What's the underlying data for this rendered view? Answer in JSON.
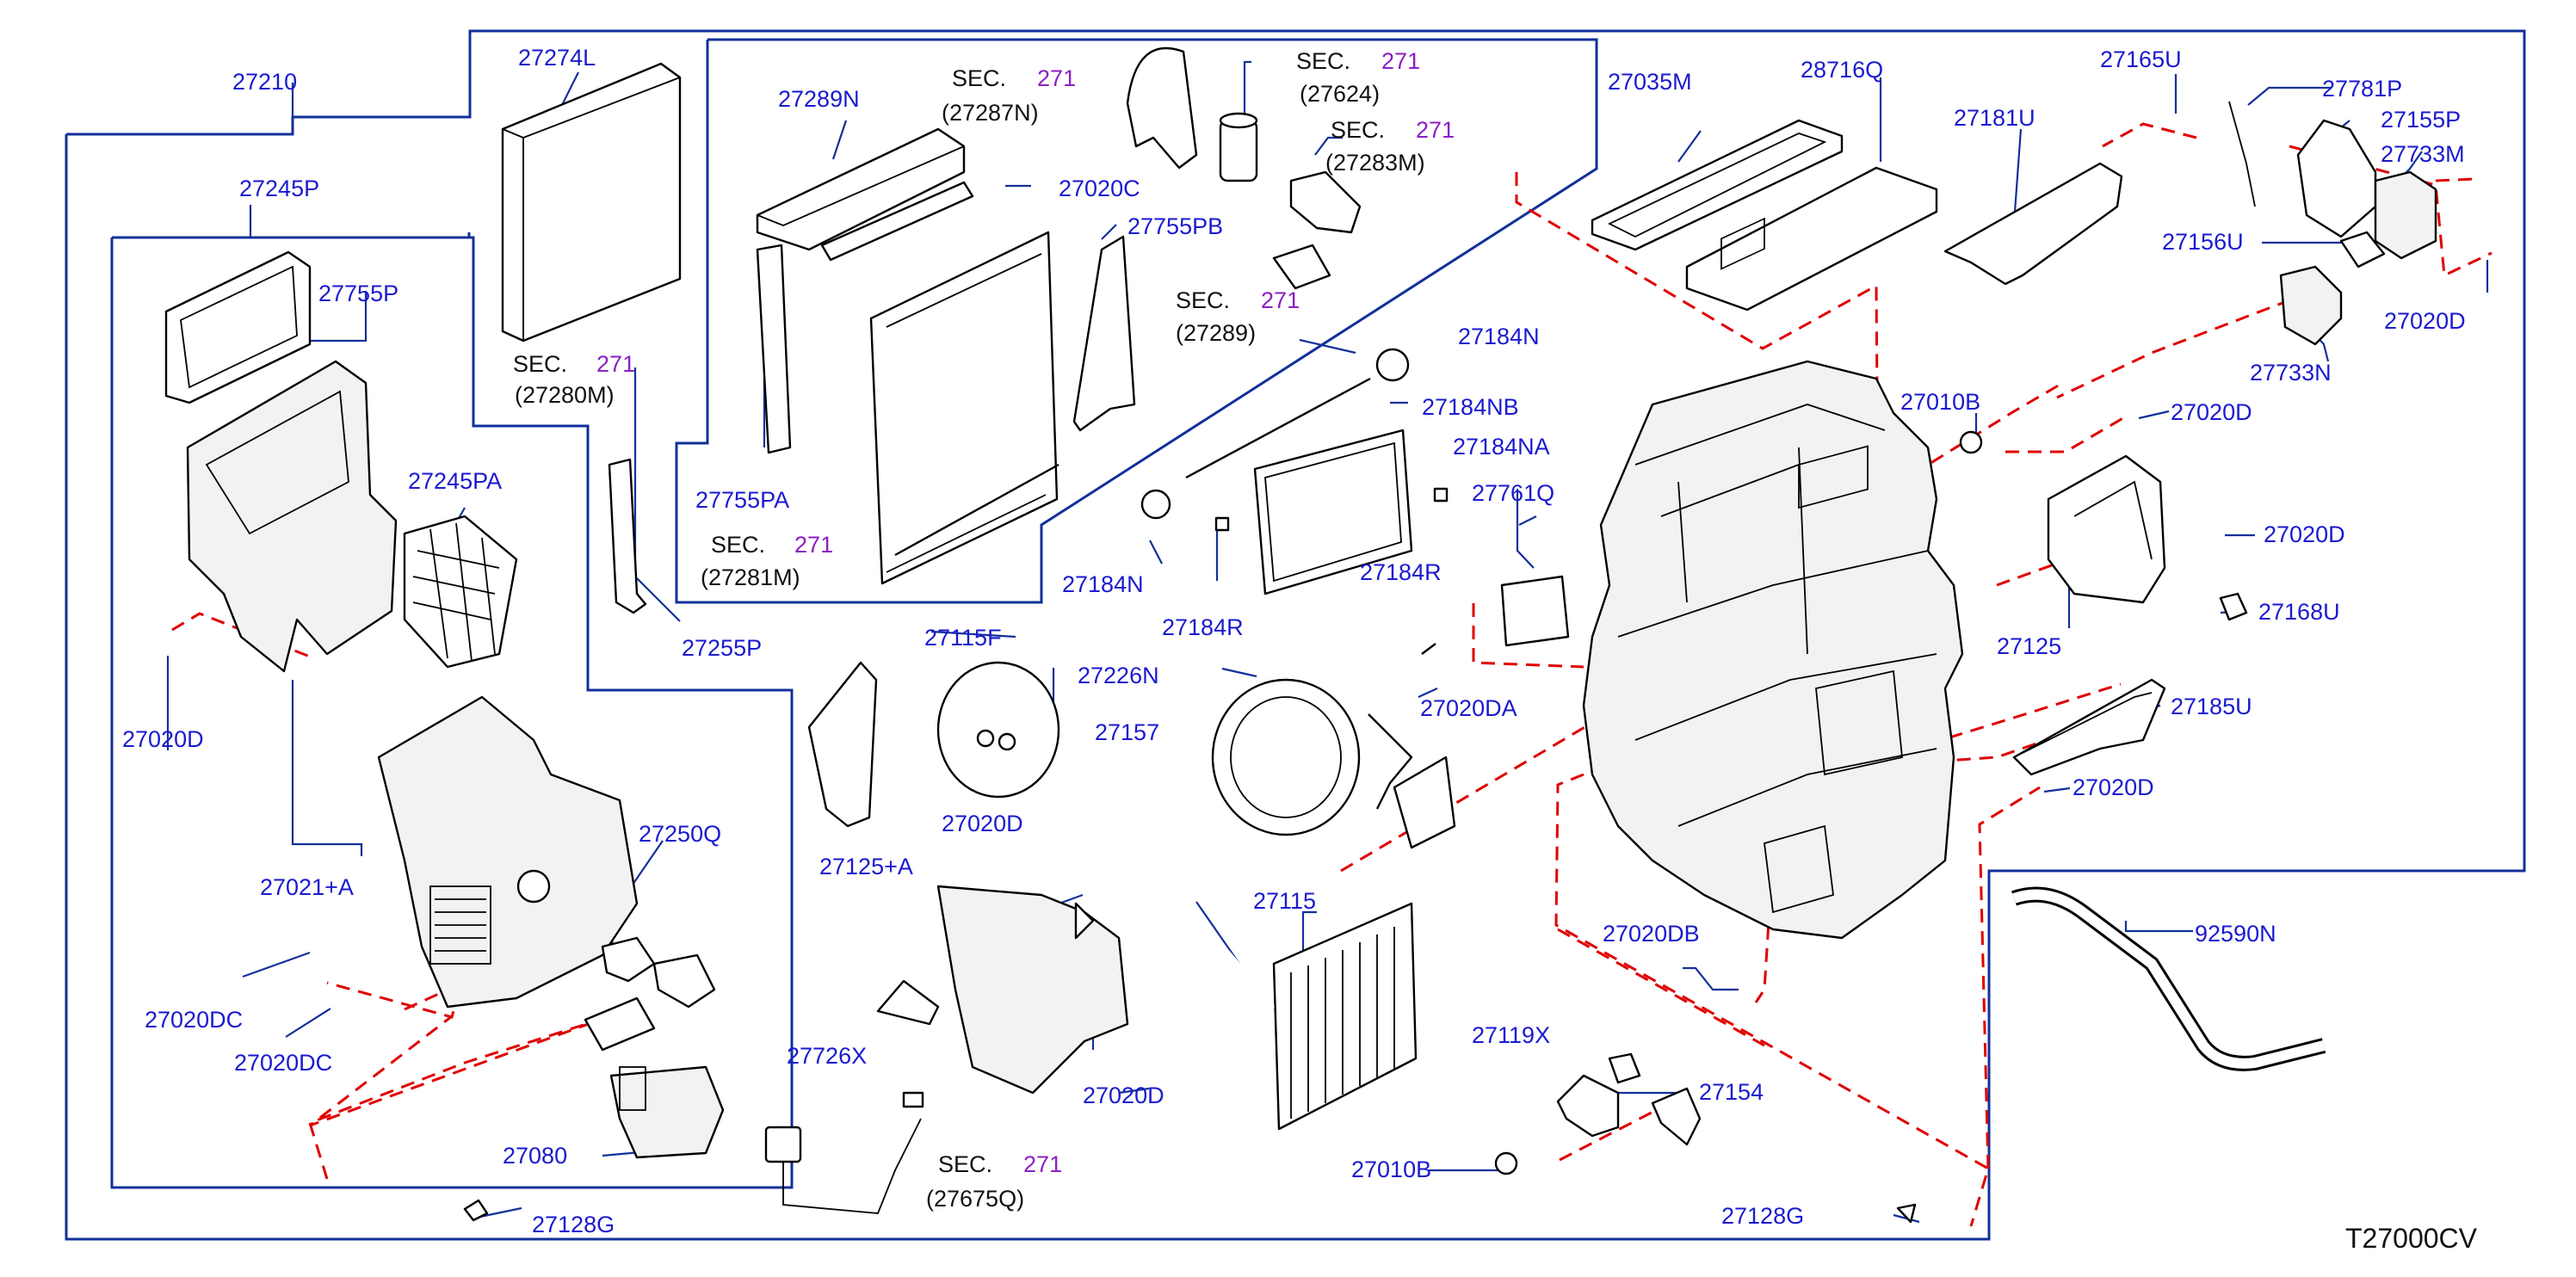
{
  "diagram_code": "T27000CV",
  "colors": {
    "part_number": "#1a1ad0",
    "sec_number": "#8b1fc4",
    "frame": "#12309a",
    "dashed_leader": "#e00000"
  },
  "labels": {
    "p27210": "27210",
    "p27274L": "27274L",
    "p27245P": "27245P",
    "p27755P": "27755P",
    "p27245PA": "27245PA",
    "p27020D_a": "27020D",
    "p27021A": "27021+A",
    "p27250Q": "27250Q",
    "p27020DC_a": "27020DC",
    "p27020DC_b": "27020DC",
    "p27080": "27080",
    "p27128G_a": "27128G",
    "p27255P": "27255P",
    "p27289N": "27289N",
    "p27020C": "27020C",
    "p27755PB": "27755PB",
    "p27755PA": "27755PA",
    "p27184N_a": "27184N",
    "p27184NB": "27184NB",
    "p27184NA": "27184NA",
    "p27184N_b": "27184N",
    "p27184R_a": "27184R",
    "p27184R_b": "27184R",
    "p27761Q": "27761Q",
    "p27020DA": "27020DA",
    "p27115F": "27115F",
    "p27226N": "27226N",
    "p27157": "27157",
    "p27020D_b": "27020D",
    "p27125A": "27125+A",
    "p27726X": "27726X",
    "p27020D_c": "27020D",
    "p27115": "27115",
    "p27035M": "27035M",
    "p28716Q": "28716Q",
    "p27181U": "27181U",
    "p27165U": "27165U",
    "p27781P": "27781P",
    "p27155P": "27155P",
    "p27733M": "27733M",
    "p27156U": "27156U",
    "p27020D_d": "27020D",
    "p27733N": "27733N",
    "p27010B_a": "27010B",
    "p27020D_e": "27020D",
    "p27020D_f": "27020D",
    "p27125": "27125",
    "p27168U": "27168U",
    "p27185U": "27185U",
    "p27020D_g": "27020D",
    "p92590N": "92590N",
    "p27020DB": "27020DB",
    "p27119X": "27119X",
    "p27154": "27154",
    "p27010B_b": "27010B",
    "p27128G_b": "27128G"
  },
  "sections": {
    "sec_word": "SEC.",
    "sec_num": "271",
    "s27280M": "(27280M)",
    "s27281M": "(27281M)",
    "s27287N": "(27287N)",
    "s27624": "(27624)",
    "s27283M": "(27283M)",
    "s27289": "(27289)",
    "s27675Q": "(27675Q)"
  }
}
